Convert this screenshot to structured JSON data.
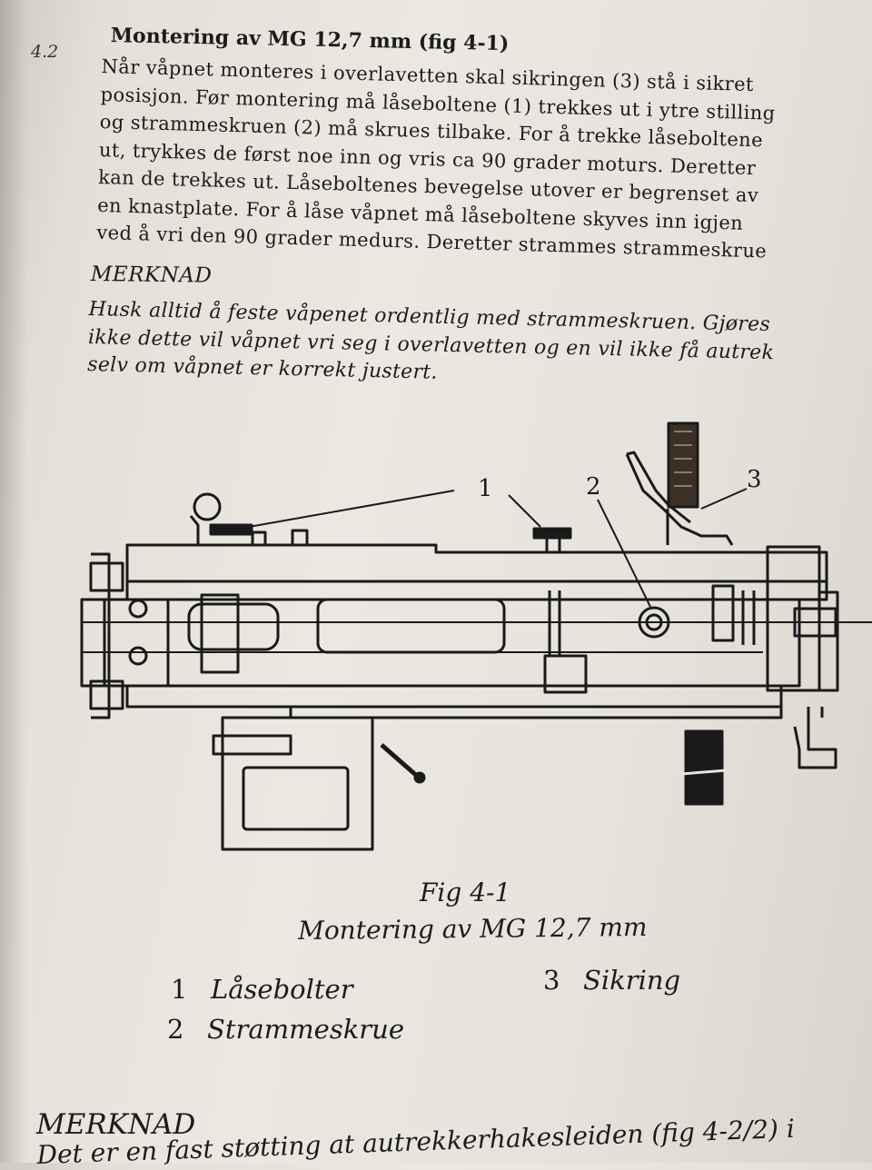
{
  "section": {
    "number": "4.2",
    "heading": "Montering av MG 12,7 mm (fig 4-1)",
    "paragraph": [
      "Når våpnet monteres i overlavetten skal sikringen (3) stå i sikret",
      "posisjon. Før montering må låseboltene (1) trekkes ut i ytre stilling",
      "og strammeskruen (2) må skrues tilbake. For å trekke låseboltene",
      "ut, trykkes de først noe inn og vris ca 90 grader moturs. Deretter",
      "kan de trekkes ut. Låseboltenes bevegelse utover er begrenset av",
      "en knastplate. For å låse våpnet må låseboltene skyves inn igjen",
      "ved å vri den 90 grader medurs. Deretter strammes strammeskrue"
    ]
  },
  "note": {
    "heading": "MERKNAD",
    "lines": [
      "Husk alltid å feste våpenet ordentlig med strammeskruen. Gjøres",
      "ikke dette vil våpnet vri seg i overlavetten og en vil ikke få autrek",
      "selv om våpnet er korrekt justert."
    ]
  },
  "figure": {
    "callout_1": "1",
    "callout_2": "2",
    "callout_3": "3",
    "caption_number": "Fig 4-1",
    "caption_title": "Montering av MG 12,7 mm",
    "legend": [
      {
        "num": "1",
        "label": "Låsebolter"
      },
      {
        "num": "2",
        "label": "Strammeskrue"
      },
      {
        "num": "3",
        "label": "Sikring"
      }
    ]
  },
  "note2": {
    "heading": "MERKNAD",
    "partial_line": "Det er en fast støtting at autrekkerhakesleiden (fig 4-2/2) i"
  }
}
